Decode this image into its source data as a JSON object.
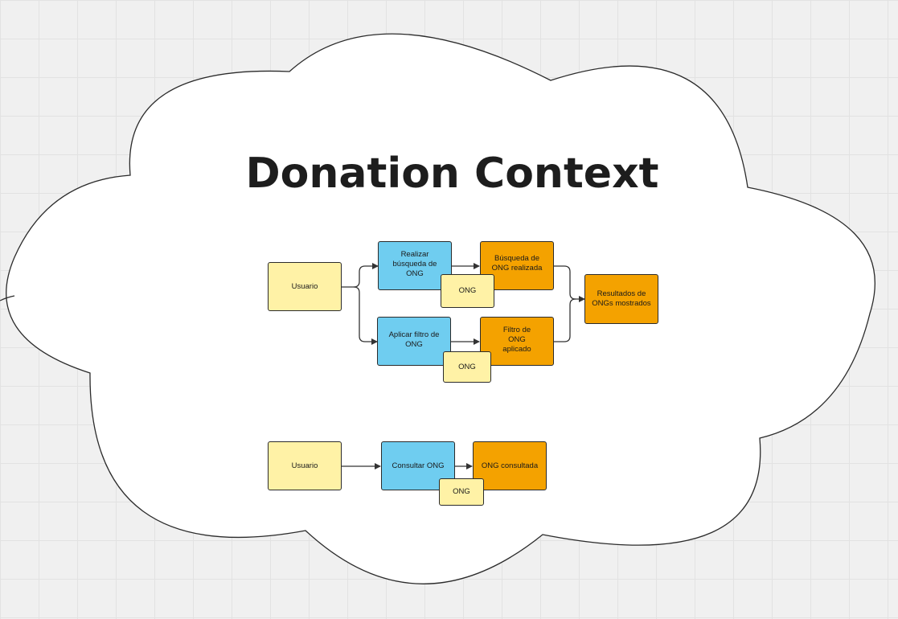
{
  "board": {
    "title": "Donation Context"
  },
  "flow_search_filter": {
    "actor": "Usuario",
    "command_search": "Realizar búsqueda de ONG",
    "aggregate_search": "ONG",
    "event_search": "Búsqueda de ONG realizada",
    "command_filter": "Aplicar filtro de ONG",
    "aggregate_filter": "ONG",
    "event_filter": "Filtro de ONG aplicado",
    "result": "Resultados de ONGs mostrados"
  },
  "flow_consult": {
    "actor": "Usuario",
    "command": "Consultar ONG",
    "event": "ONG consultada",
    "aggregate": "ONG"
  },
  "colors": {
    "canvas": "#f0f0f0",
    "actor": "#fff2a6",
    "command": "#6fcdf0",
    "event": "#f4a200",
    "aggregate": "#fff2a6",
    "outline": "#2b2b2b"
  }
}
